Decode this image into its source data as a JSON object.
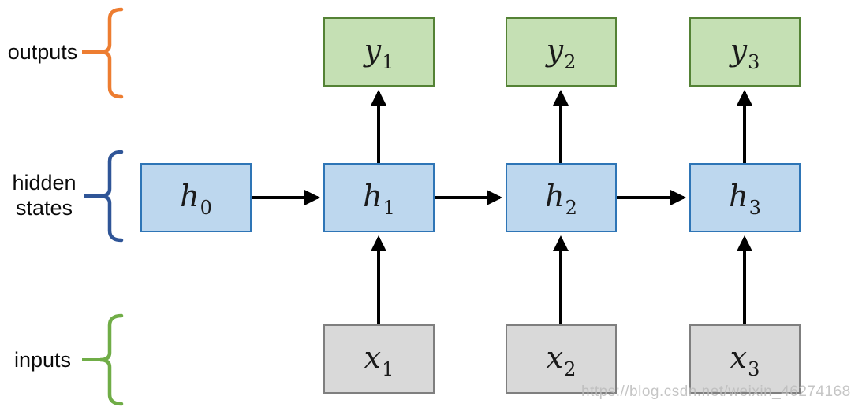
{
  "row_labels": {
    "outputs": "outputs",
    "hidden_line1": "hidden",
    "hidden_line2": "states",
    "inputs": "inputs"
  },
  "nodes": {
    "outputs": [
      {
        "base": "y",
        "sub": "1"
      },
      {
        "base": "y",
        "sub": "2"
      },
      {
        "base": "y",
        "sub": "3"
      }
    ],
    "hidden": [
      {
        "base": "h",
        "sub": "0"
      },
      {
        "base": "h",
        "sub": "1"
      },
      {
        "base": "h",
        "sub": "2"
      },
      {
        "base": "h",
        "sub": "3"
      }
    ],
    "inputs": [
      {
        "base": "x",
        "sub": "1"
      },
      {
        "base": "x",
        "sub": "2"
      },
      {
        "base": "x",
        "sub": "3"
      }
    ]
  },
  "colors": {
    "output_fill": "#c5e0b4",
    "output_border": "#548235",
    "hidden_fill": "#bdd7ee",
    "hidden_border": "#2e75b6",
    "input_fill": "#d9d9d9",
    "input_border": "#7f7f7f",
    "outputs_brace": "#ed7d31",
    "hidden_brace": "#2f5597",
    "inputs_brace": "#70ad47",
    "arrow": "#000000"
  },
  "watermark": "https://blog.csdn.net/weixin_46274168"
}
